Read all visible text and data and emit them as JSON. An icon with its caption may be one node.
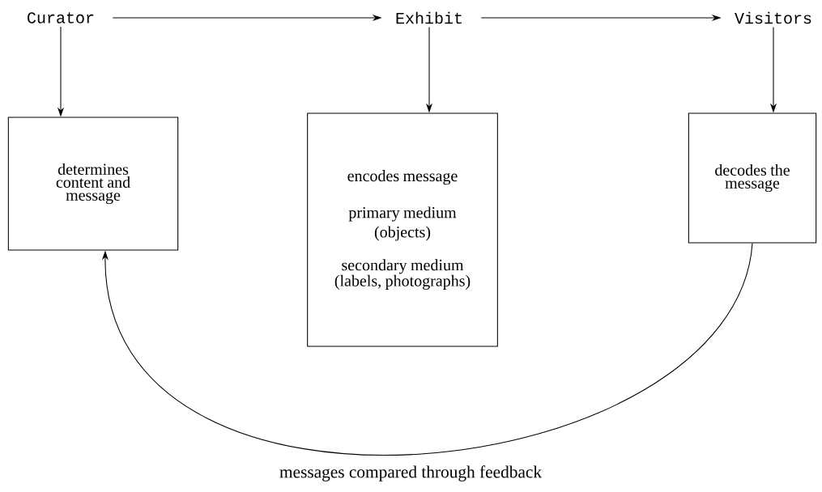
{
  "diagram": {
    "nodes": [
      {
        "text": [
          "Curator"
        ]
      },
      {
        "text": [
          "Exhibit"
        ]
      },
      {
        "text": [
          "Visitors"
        ]
      },
      {
        "text": [
          "determines content and message"
        ]
      },
      {
        "text": [
          "encodes message",
          "primary medium (objects)",
          "secondary medium (labels, photographs)"
        ]
      },
      {
        "text": [
          "decodes the message"
        ]
      }
    ],
    "edges": [
      {
        "from": 0,
        "to": 1,
        "arrow": "to"
      },
      {
        "from": 1,
        "to": 2,
        "arrow": "to"
      },
      {
        "from": 0,
        "to": 3,
        "arrow": "to"
      },
      {
        "from": 1,
        "to": 4,
        "arrow": "to"
      },
      {
        "from": 2,
        "to": 5,
        "arrow": "to"
      },
      {
        "from": 5,
        "to": 3,
        "arrow": "to"
      }
    ],
    "labels": [
      "messages compared through feedback"
    ]
  }
}
